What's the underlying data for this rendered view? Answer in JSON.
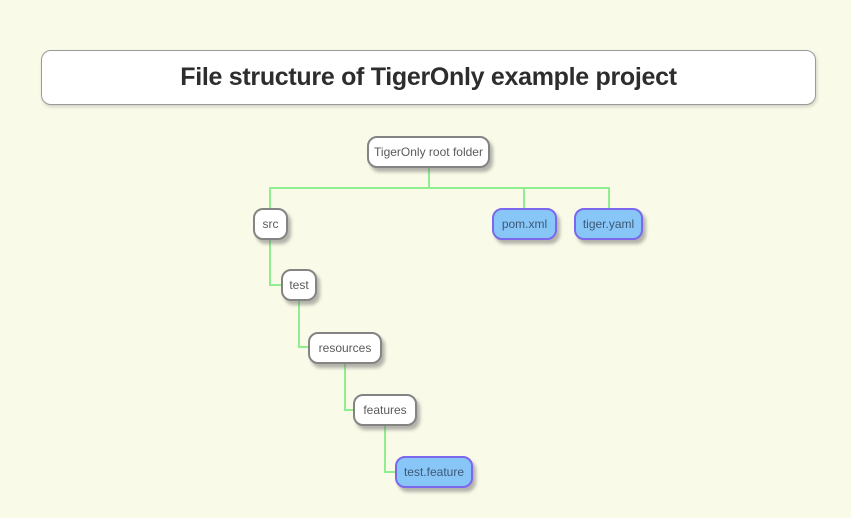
{
  "title": {
    "text": "File structure of TigerOnly example project"
  },
  "colors": {
    "page-bg": "#FAFAE8",
    "connector-green": "#90EE90",
    "title-text": "#2D2D2D",
    "title-box-bg": "#FFFFFF",
    "title-box-border": "#9A9A9A",
    "folder-fill": "#FFFFFF",
    "folder-border": "#848484",
    "folder-text": "#5A5A5A",
    "file-fill": "#89C6F8",
    "file-border": "#7B68EE",
    "file-text": "#3D5878"
  },
  "diagram": {
    "type": "tree",
    "connector_style": "green elbow lines",
    "node_types": {
      "folder": "white rounded box with gray border",
      "file": "blue rounded box with purple border"
    },
    "nodes": [
      {
        "id": "root",
        "label": "TigerOnly root folder",
        "type": "folder",
        "parent": null
      },
      {
        "id": "src",
        "label": "src",
        "type": "folder",
        "parent": "root"
      },
      {
        "id": "pom-xml",
        "label": "pom.xml",
        "type": "file",
        "parent": "root"
      },
      {
        "id": "tiger-yaml",
        "label": "tiger.yaml",
        "type": "file",
        "parent": "root"
      },
      {
        "id": "test",
        "label": "test",
        "type": "folder",
        "parent": "src"
      },
      {
        "id": "resources",
        "label": "resources",
        "type": "folder",
        "parent": "test"
      },
      {
        "id": "features",
        "label": "features",
        "type": "folder",
        "parent": "resources"
      },
      {
        "id": "test-feature",
        "label": "test.feature",
        "type": "file",
        "parent": "features"
      }
    ]
  }
}
